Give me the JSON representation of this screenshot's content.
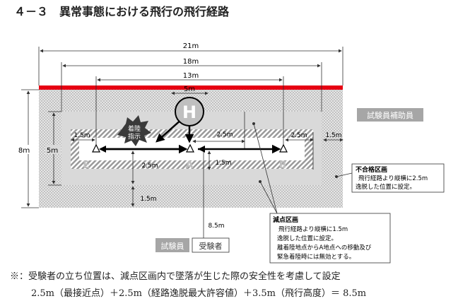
{
  "title": "４－３　異常事態における飛行の飛行経路",
  "dims": {
    "d21": "21m",
    "d18": "18m",
    "d13": "13m",
    "d5top": "5m",
    "d8": "8ｍ",
    "d5side": "5ｍ",
    "left15": "1.5m",
    "mid25": "2.5m",
    "right25": "2.5m",
    "right15": "1.5m",
    "low25": "2.5m",
    "low15a": "1.5m",
    "low15b": "1.5m",
    "d85": "8.5m"
  },
  "points": {
    "e": "E",
    "a": "A",
    "b": "B",
    "helipad": "H"
  },
  "landing_badge": [
    "着陸",
    "指示"
  ],
  "labels": {
    "assistant": "試験員補助員",
    "examiner": "試験員",
    "examinee": "受験者"
  },
  "fail_zone": {
    "title": "不合格区画",
    "lines": [
      "飛行経路より縦横に2.5m",
      "逸脱した位置に設定。"
    ]
  },
  "deduct_zone": {
    "title": "減点区画",
    "lines": [
      "飛行経路より縦横に1.5m",
      "逸脱した位置に設定。",
      "離着陸地点からA地点への移動及び",
      "緊急着陸時には無効とする。"
    ]
  },
  "footer": [
    "※：受験者の立ち位置は、減点区画内で墜落が生じた際の安全性を考慮して設定",
    "2.5m（最接近点）＋2.5m（経路逸脱最大許容値）＋3.5m（飛行高度）＝ 8.5m"
  ],
  "colors": {
    "red": "#e60012",
    "hatch": "#bdbdbd",
    "zone_bg": "#dcdcdc",
    "inner": "#ffffff",
    "point": "#bfbfbf",
    "label_bg": "#a6a6a6"
  }
}
